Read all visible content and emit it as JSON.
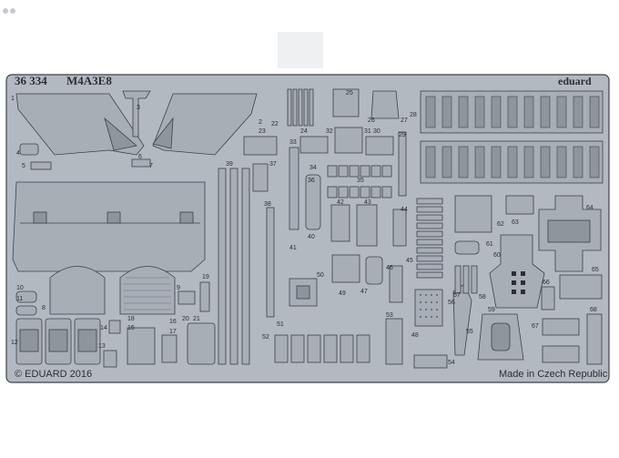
{
  "sheet": {
    "product_code": "36 334",
    "model_name": "M4A3E8",
    "brand": "eduard",
    "copyright": "© EDUARD 2016",
    "origin": "Made in Czech Republic",
    "background_color": "#ffffff",
    "fret_color": "#a7aeb6",
    "outline_color": "#3c424a"
  },
  "part_numbers": [
    "1",
    "2",
    "3",
    "4",
    "5",
    "6",
    "7",
    "8",
    "9",
    "10",
    "11",
    "12",
    "13",
    "14",
    "15",
    "16",
    "17",
    "18",
    "19",
    "20",
    "21",
    "22",
    "23",
    "24",
    "25",
    "26",
    "27",
    "28",
    "29",
    "30",
    "31",
    "32",
    "33",
    "34",
    "35",
    "36",
    "37",
    "38",
    "39",
    "40",
    "41",
    "42",
    "43",
    "44",
    "45",
    "46",
    "47",
    "48",
    "49",
    "50",
    "51",
    "52",
    "53",
    "54",
    "55",
    "56",
    "57",
    "58",
    "59",
    "60",
    "61",
    "62",
    "63",
    "64",
    "65",
    "66",
    "67",
    "68"
  ],
  "icons": [
    "photo-etch-fret",
    "part-shape"
  ]
}
